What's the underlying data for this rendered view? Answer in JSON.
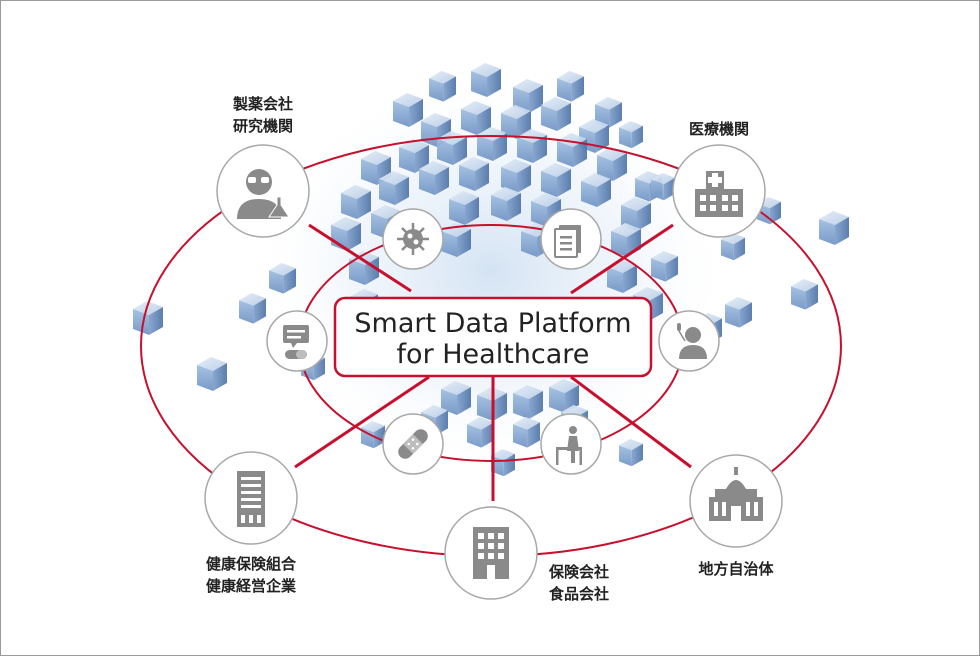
{
  "center": {
    "line1": "Smart Data Platform",
    "line2": "for Healthcare"
  },
  "nodes": {
    "pharma": {
      "line1": "製薬会社",
      "line2": "研究機関",
      "icon": "researcher-icon"
    },
    "medical": {
      "line1": "医療機関",
      "icon": "hospital-icon"
    },
    "health_insurance": {
      "line1": "健康保険組合",
      "line2": "健康経営企業",
      "icon": "office-tower-icon"
    },
    "insurance_food": {
      "line1": "保険会社",
      "line2": "食品会社",
      "icon": "office-building-icon"
    },
    "local_gov": {
      "line1": "地方自治体",
      "icon": "government-building-icon"
    }
  },
  "inner_icons": [
    "virus-icon",
    "document-icon",
    "medicine-chat-icon",
    "patient-icon",
    "bandage-icon",
    "elderly-walker-icon"
  ],
  "colors": {
    "accent": "#c8102e",
    "icon_gray": "#8a8a8a",
    "cube_blue": "#9cb9dc"
  }
}
